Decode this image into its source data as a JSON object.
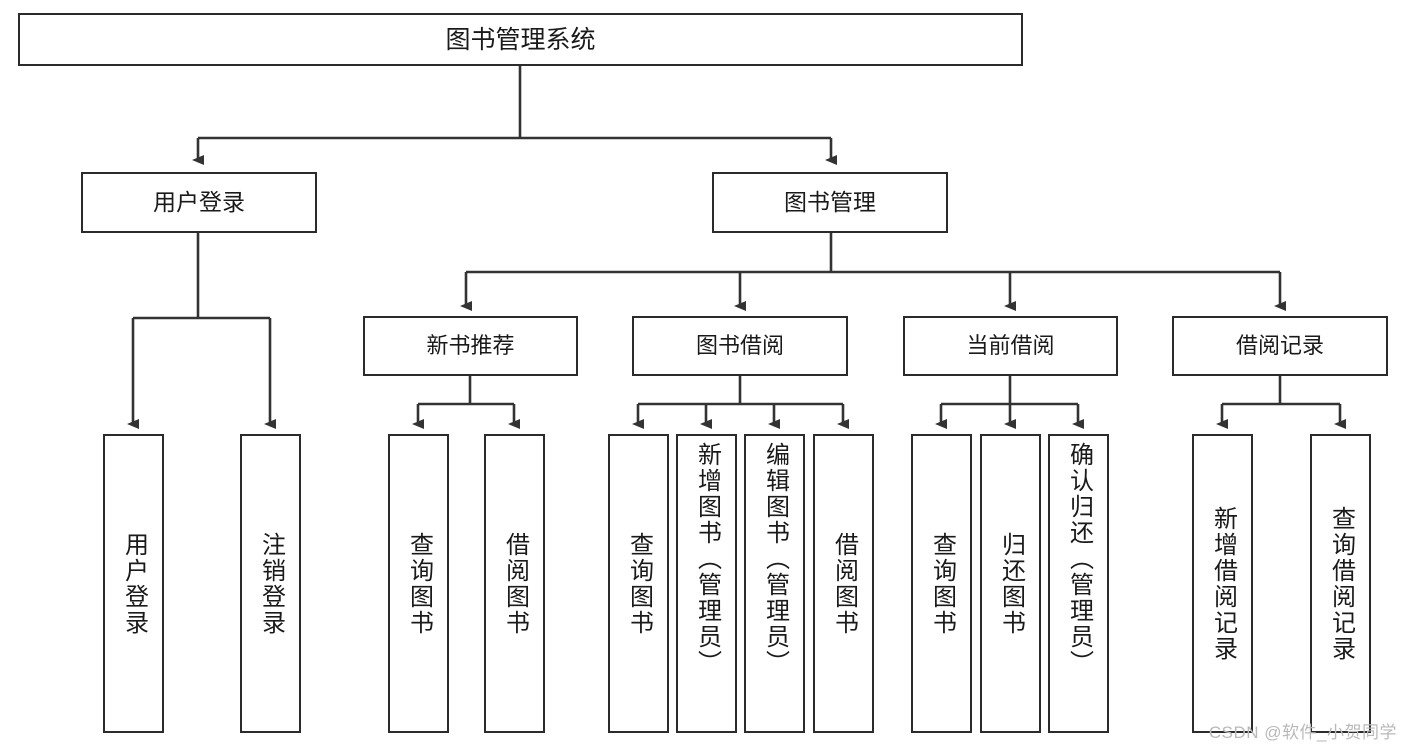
{
  "diagram": {
    "type": "tree",
    "title": "图书管理系统",
    "watermark": "CSDN @软件_小贺同学",
    "colors": {
      "box_border": "#2b2b2b",
      "box_fill": "#ffffff",
      "connector": "#333333",
      "text": "#1a1a1a",
      "watermark": "#b9b9b9"
    },
    "root": {
      "label": "图书管理系统"
    },
    "level2": [
      {
        "label": "用户登录"
      },
      {
        "label": "图书管理"
      }
    ],
    "level3": [
      {
        "label": "新书推荐"
      },
      {
        "label": "图书借阅"
      },
      {
        "label": "当前借阅"
      },
      {
        "label": "借阅记录"
      }
    ],
    "leaves": {
      "user_login": [
        {
          "label": "用户登录"
        },
        {
          "label": "注销登录"
        }
      ],
      "new_book_recommend": [
        {
          "label": "查询图书"
        },
        {
          "label": "借阅图书"
        }
      ],
      "book_borrow": [
        {
          "label": "查询图书"
        },
        {
          "label": "新增图书（管理员）"
        },
        {
          "label": "编辑图书（管理员）"
        },
        {
          "label": "借阅图书"
        }
      ],
      "current_borrow": [
        {
          "label": "查询图书"
        },
        {
          "label": "归还图书"
        },
        {
          "label": "确认归还（管理员）"
        }
      ],
      "borrow_record": [
        {
          "label": "新增借阅记录"
        },
        {
          "label": "查询借阅记录"
        }
      ]
    }
  }
}
